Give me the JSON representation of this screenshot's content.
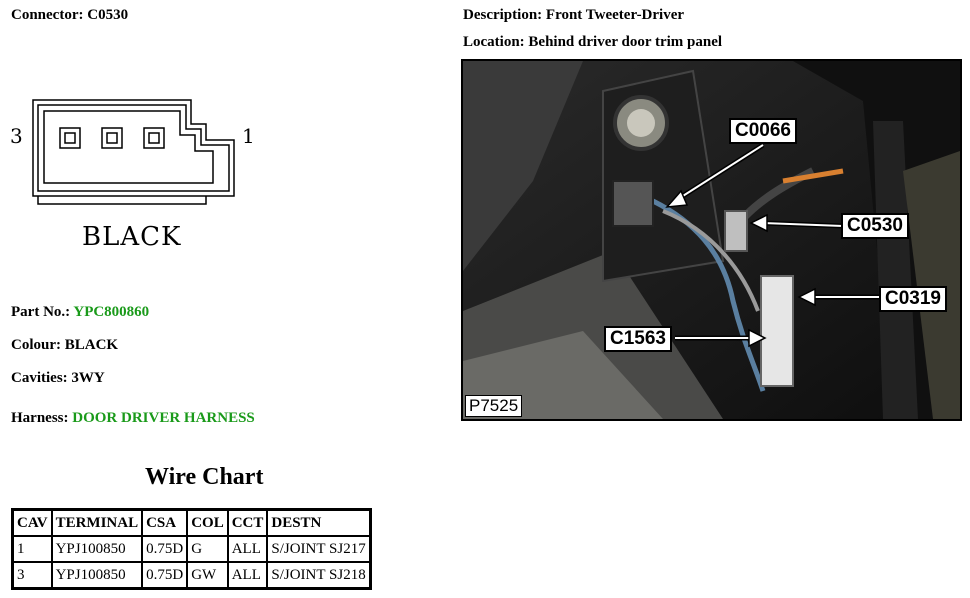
{
  "left": {
    "connector_label": "Connector:",
    "connector_value": "C0530",
    "diagram": {
      "pin_left": "3",
      "pin_right": "1",
      "color_caption": "BLACK"
    },
    "part_no_label": "Part No.:",
    "part_no_value": "YPC800860",
    "colour_label": "Colour:",
    "colour_value": "BLACK",
    "cavities_label": "Cavities:",
    "cavities_value": "3WY",
    "harness_label": "Harness:",
    "harness_value": "DOOR DRIVER HARNESS"
  },
  "right": {
    "description_label": "Description:",
    "description_value": "Front Tweeter-Driver",
    "location_label": "Location:",
    "location_value": "Behind driver door trim panel",
    "photo": {
      "callouts": {
        "c1": "C0066",
        "c2": "C0530",
        "c3": "C0319",
        "c4": "C1563"
      },
      "photo_id": "P7525"
    }
  },
  "wire_chart": {
    "title": "Wire Chart",
    "headers": [
      "CAV",
      "TERMINAL",
      "CSA",
      "COL",
      "CCT",
      "DESTN"
    ],
    "rows": [
      [
        "1",
        "YPJ100850",
        "0.75D",
        "G",
        "ALL",
        "S/JOINT SJ217"
      ],
      [
        "3",
        "YPJ100850",
        "0.75D",
        "GW",
        "ALL",
        "S/JOINT SJ218"
      ]
    ]
  },
  "colors": {
    "accent_green": "#1a9a1a"
  }
}
